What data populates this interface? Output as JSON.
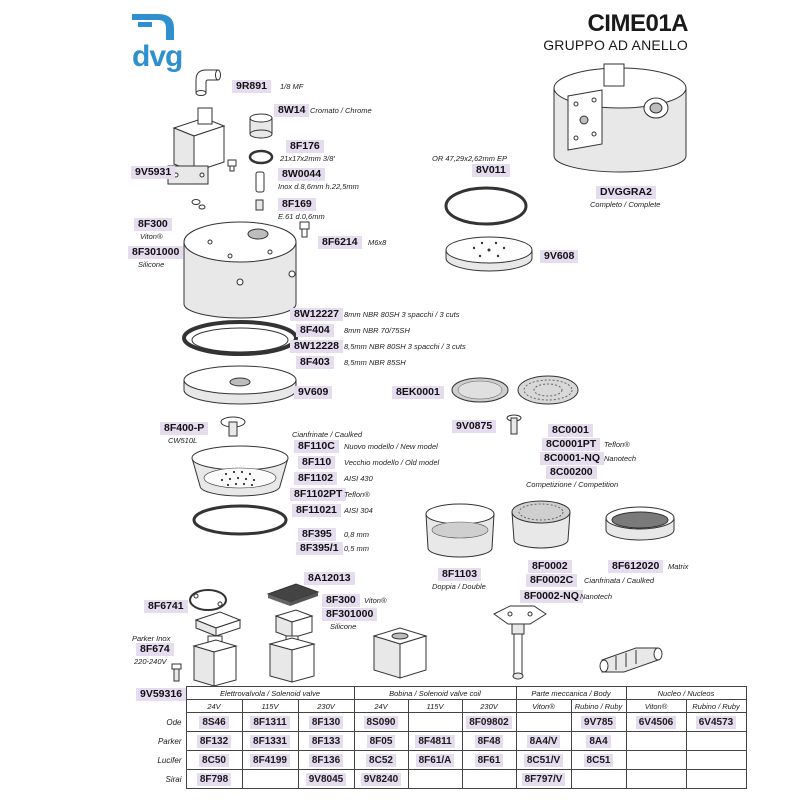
{
  "header": {
    "brand": "dvg",
    "code": "CIME01A",
    "description": "GRUPPO AD ANELLO"
  },
  "parts": {
    "p9R891": {
      "code": "9R891",
      "note": "1/8 MF"
    },
    "p8W14": {
      "code": "8W14",
      "note": "Cromato / Chrome"
    },
    "p8F176": {
      "code": "8F176",
      "note": "21x17x2mm 3/8'"
    },
    "p8W0044": {
      "code": "8W0044",
      "note": "Inox d.8,6mm h.22,5mm"
    },
    "p9V5931": {
      "code": "9V5931"
    },
    "p8F169": {
      "code": "8F169",
      "note": "E.61 d.0,6mm"
    },
    "p8F300a": {
      "code": "8F300",
      "note": "Viton®"
    },
    "p8F6214": {
      "code": "8F6214",
      "note": "M6x8"
    },
    "p8F301000a": {
      "code": "8F301000",
      "note": "Silicone"
    },
    "p8V011": {
      "code": "8V011",
      "note": "OR 47,29x2,62mm EP"
    },
    "pDVGGRA2": {
      "code": "DVGGRA2",
      "note": "Completo / Complete"
    },
    "p9V608": {
      "code": "9V608"
    },
    "p8W12227": {
      "code": "8W12227",
      "note": "8mm NBR 80SH 3 spacchi / 3 cuts"
    },
    "p8F404": {
      "code": "8F404",
      "note": "8mm NBR 70/75SH"
    },
    "p8W12228": {
      "code": "8W12228",
      "note": "8,5mm NBR 80SH 3 spacchi / 3 cuts"
    },
    "p8F403": {
      "code": "8F403",
      "note": "8,5mm NBR 85SH"
    },
    "p9V609": {
      "code": "9V609"
    },
    "p8EK0001": {
      "code": "8EK0001"
    },
    "p9V0875": {
      "code": "9V0875"
    },
    "p8C0001": {
      "code": "8C0001"
    },
    "p8C0001PT": {
      "code": "8C0001PT",
      "note": "Teflon®"
    },
    "p8C0001NQ": {
      "code": "8C0001-NQ",
      "note": "Nanotech"
    },
    "p8C00200": {
      "code": "8C00200",
      "note": "Competizione / Competition"
    },
    "p8F400P": {
      "code": "8F400-P",
      "note": "CW510L"
    },
    "cianfrinate_note": "Cianfrinate / Caulked",
    "p8F110C": {
      "code": "8F110C",
      "note": "Nuovo modello / New model"
    },
    "p8F110": {
      "code": "8F110",
      "note": "Vecchio modello / Old model"
    },
    "p8F1102": {
      "code": "8F1102",
      "note": "AISI 430"
    },
    "p8F1102PT": {
      "code": "8F1102PT",
      "note": "Teflon®"
    },
    "p8F11021": {
      "code": "8F11021",
      "note": "AISI 304"
    },
    "p8F395": {
      "code": "8F395",
      "note": "0,8 mm"
    },
    "p8F3951": {
      "code": "8F395/1",
      "note": "0,5 mm"
    },
    "p8F1103": {
      "code": "8F1103",
      "note": "Doppia / Double"
    },
    "p8F0002": {
      "code": "8F0002"
    },
    "p8F0002C": {
      "code": "8F0002C",
      "note": "Cianfrinata / Caulked"
    },
    "p8F0002NQ": {
      "code": "8F0002-NQ",
      "note": "Nanotech"
    },
    "p8F612020": {
      "code": "8F612020",
      "note": "Matrix"
    },
    "p8A12013": {
      "code": "8A12013"
    },
    "p8F6741": {
      "code": "8F6741"
    },
    "p8F300b": {
      "code": "8F300",
      "note": "Viton®"
    },
    "p8F301000b": {
      "code": "8F301000",
      "note": "Silicone"
    },
    "p8F674": {
      "code": "8F674",
      "note_top": "Parker Inox",
      "note": "220-240V"
    },
    "p9V59316": {
      "code": "9V59316"
    }
  },
  "table": {
    "groups": [
      "Elettrovalvola / Solenoid valve",
      "Bobina / Solenoid valve coil",
      "Parte meccanica / Body",
      "Nucleo / Nucleos"
    ],
    "subheaders": [
      "24V",
      "115V",
      "230V",
      "24V",
      "115V",
      "230V",
      "Viton®",
      "Rubino / Ruby",
      "Viton®",
      "Rubino / Ruby"
    ],
    "rows": [
      {
        "label": "Ode",
        "cells": [
          "8S46",
          "8F1311",
          "8F130",
          "8S090",
          "",
          "8F09802",
          "",
          "9V785",
          "6V4506",
          "6V4573"
        ]
      },
      {
        "label": "Parker",
        "cells": [
          "8F132",
          "8F1331",
          "8F133",
          "8F05",
          "8F4811",
          "8F48",
          "8A4/V",
          "8A4",
          "",
          ""
        ]
      },
      {
        "label": "Lucifer",
        "cells": [
          "8C50",
          "8F4199",
          "8F136",
          "8C52",
          "8F61/A",
          "8F61",
          "8C51/V",
          "8C51",
          "",
          ""
        ]
      },
      {
        "label": "Sirai",
        "cells": [
          "8F798",
          "",
          "9V8045",
          "9V8240",
          "",
          "",
          "8F797/V",
          "",
          "",
          ""
        ]
      }
    ]
  },
  "colors": {
    "label_bg": "#e6dcf0",
    "brand_blue": "#2f8fcf"
  }
}
